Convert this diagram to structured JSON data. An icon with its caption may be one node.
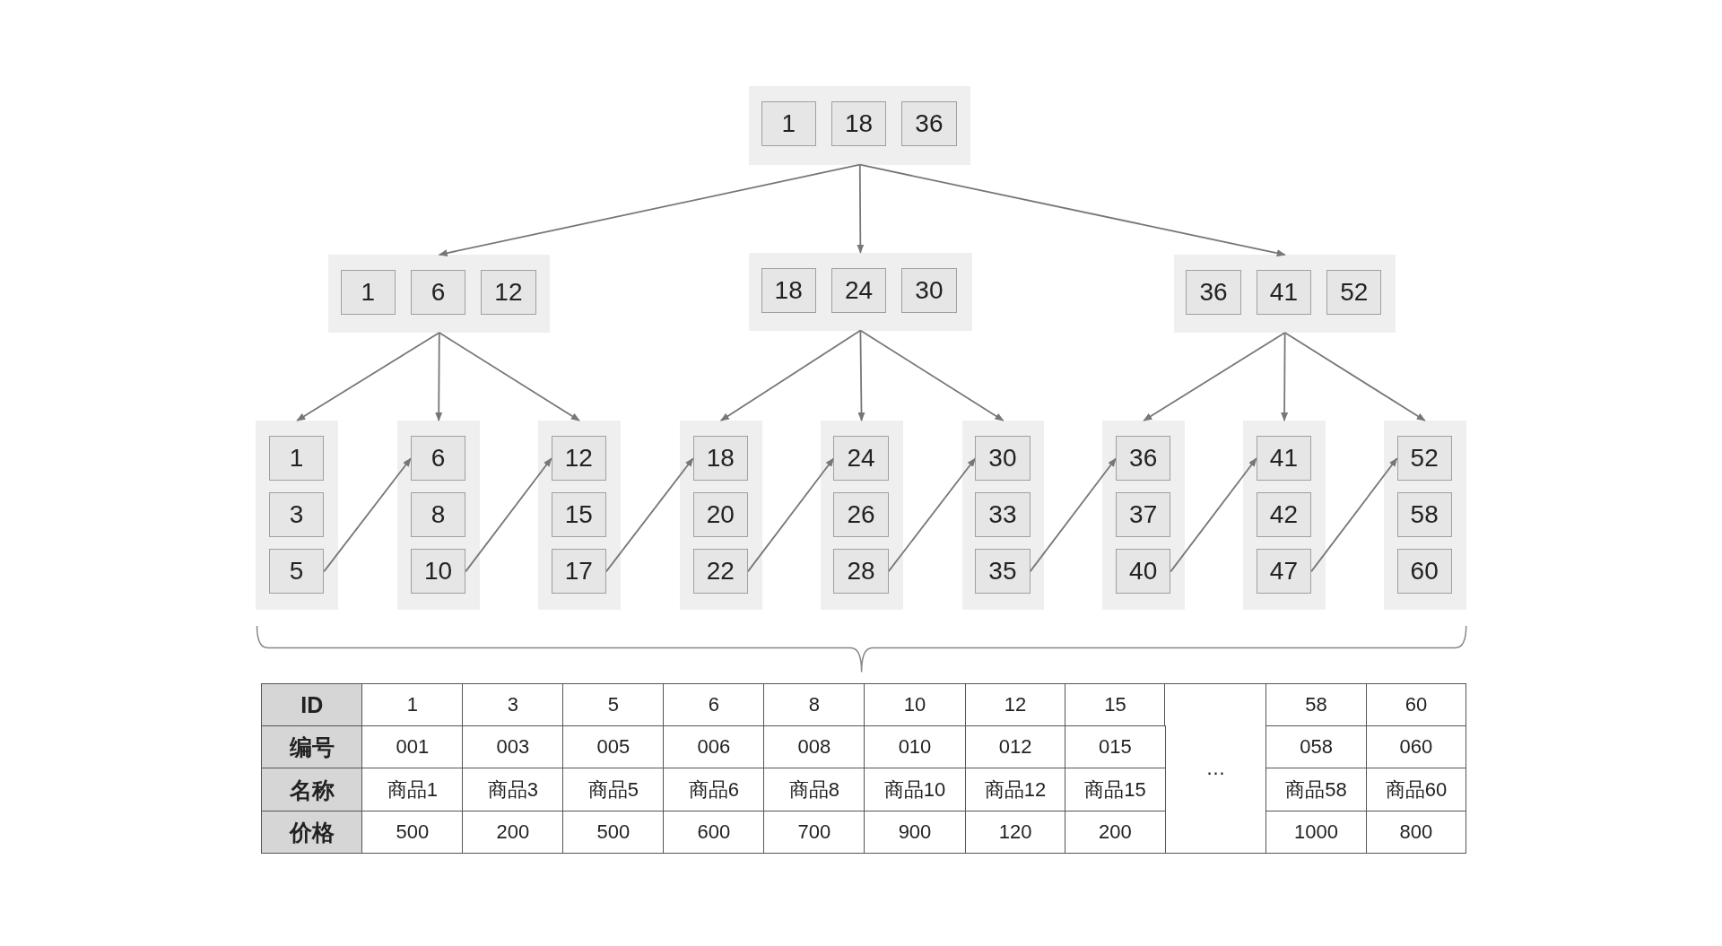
{
  "diagram": {
    "nodes": [
      {
        "text": [],
        "shape": "box"
      },
      {
        "text": [
          "1"
        ],
        "in": 0
      },
      {
        "text": [
          "18"
        ],
        "in": 0
      },
      {
        "text": [
          "36"
        ],
        "in": 0
      },
      {
        "text": [],
        "shape": "box"
      },
      {
        "text": [
          "1"
        ],
        "in": 4
      },
      {
        "text": [
          "6"
        ],
        "in": 4
      },
      {
        "text": [
          "12"
        ],
        "in": 4
      },
      {
        "text": [],
        "shape": "box"
      },
      {
        "text": [
          "18"
        ],
        "in": 8
      },
      {
        "text": [
          "24"
        ],
        "in": 8
      },
      {
        "text": [
          "30"
        ],
        "in": 8
      },
      {
        "text": [],
        "shape": "box"
      },
      {
        "text": [
          "36"
        ],
        "in": 12
      },
      {
        "text": [
          "41"
        ],
        "in": 12
      },
      {
        "text": [
          "52"
        ],
        "in": 12
      },
      {
        "text": [],
        "shape": "box"
      },
      {
        "text": [
          "1"
        ],
        "in": 16
      },
      {
        "text": [
          "3"
        ],
        "in": 16
      },
      {
        "text": [
          "5"
        ],
        "in": 16
      },
      {
        "text": [],
        "shape": "box"
      },
      {
        "text": [
          "6"
        ],
        "in": 20
      },
      {
        "text": [
          "8"
        ],
        "in": 20
      },
      {
        "text": [
          "10"
        ],
        "in": 20
      },
      {
        "text": [],
        "shape": "box"
      },
      {
        "text": [
          "12"
        ],
        "in": 24
      },
      {
        "text": [
          "15"
        ],
        "in": 24
      },
      {
        "text": [
          "17"
        ],
        "in": 24
      },
      {
        "text": [],
        "shape": "box"
      },
      {
        "text": [
          "18"
        ],
        "in": 28
      },
      {
        "text": [
          "20"
        ],
        "in": 28
      },
      {
        "text": [
          "22"
        ],
        "in": 28
      },
      {
        "text": [],
        "shape": "box"
      },
      {
        "text": [
          "24"
        ],
        "in": 32
      },
      {
        "text": [
          "26"
        ],
        "in": 32
      },
      {
        "text": [
          "28"
        ],
        "in": 32
      },
      {
        "text": [],
        "shape": "box"
      },
      {
        "text": [
          "30"
        ],
        "in": 36
      },
      {
        "text": [
          "33"
        ],
        "in": 36
      },
      {
        "text": [
          "35"
        ],
        "in": 36
      },
      {
        "text": [],
        "shape": "box"
      },
      {
        "text": [
          "36"
        ],
        "in": 40
      },
      {
        "text": [
          "37"
        ],
        "in": 40
      },
      {
        "text": [
          "40"
        ],
        "in": 40
      },
      {
        "text": [],
        "shape": "box"
      },
      {
        "text": [
          "41"
        ],
        "in": 44
      },
      {
        "text": [
          "42"
        ],
        "in": 44
      },
      {
        "text": [
          "47"
        ],
        "in": 44
      },
      {
        "text": [],
        "shape": "box"
      },
      {
        "text": [
          "52"
        ],
        "in": 48
      },
      {
        "text": [
          "58"
        ],
        "in": 48
      },
      {
        "text": [
          "60"
        ],
        "in": 48
      }
    ],
    "edges": [
      {
        "from": 0,
        "to": 4,
        "arrow": "to"
      },
      {
        "from": 0,
        "to": 8,
        "arrow": "to"
      },
      {
        "from": 0,
        "to": 12,
        "arrow": "to"
      },
      {
        "from": 4,
        "to": 16,
        "arrow": "to"
      },
      {
        "from": 4,
        "to": 20,
        "arrow": "to"
      },
      {
        "from": 4,
        "to": 24,
        "arrow": "to"
      },
      {
        "from": 8,
        "to": 28,
        "arrow": "to"
      },
      {
        "from": 8,
        "to": 32,
        "arrow": "to"
      },
      {
        "from": 8,
        "to": 36,
        "arrow": "to"
      },
      {
        "from": 12,
        "to": 40,
        "arrow": "to"
      },
      {
        "from": 12,
        "to": 44,
        "arrow": "to"
      },
      {
        "from": 12,
        "to": 48,
        "arrow": "to"
      },
      {
        "from": 19,
        "to": 21,
        "arrow": "to"
      },
      {
        "from": 23,
        "to": 25,
        "arrow": "to"
      },
      {
        "from": 27,
        "to": 29,
        "arrow": "to"
      },
      {
        "from": 31,
        "to": 33,
        "arrow": "to"
      },
      {
        "from": 35,
        "to": 37,
        "arrow": "to"
      },
      {
        "from": 39,
        "to": 41,
        "arrow": "to"
      },
      {
        "from": 43,
        "to": 45,
        "arrow": "to"
      },
      {
        "from": 47,
        "to": 49,
        "arrow": "to"
      }
    ],
    "labels": [
      "ID",
      "1",
      "3",
      "5",
      "6",
      "8",
      "10",
      "12",
      "15",
      "…",
      "58",
      "60",
      "编号",
      "001",
      "003",
      "005",
      "006",
      "008",
      "010",
      "012",
      "015",
      "058",
      "060",
      "名称",
      "商品1",
      "商品3",
      "商品5",
      "商品6",
      "商品8",
      "商品10",
      "商品12",
      "商品15",
      "商品58",
      "商品60",
      "价格",
      "500",
      "200",
      "500",
      "600",
      "700",
      "900",
      "120",
      "200",
      "1000",
      "800"
    ]
  }
}
